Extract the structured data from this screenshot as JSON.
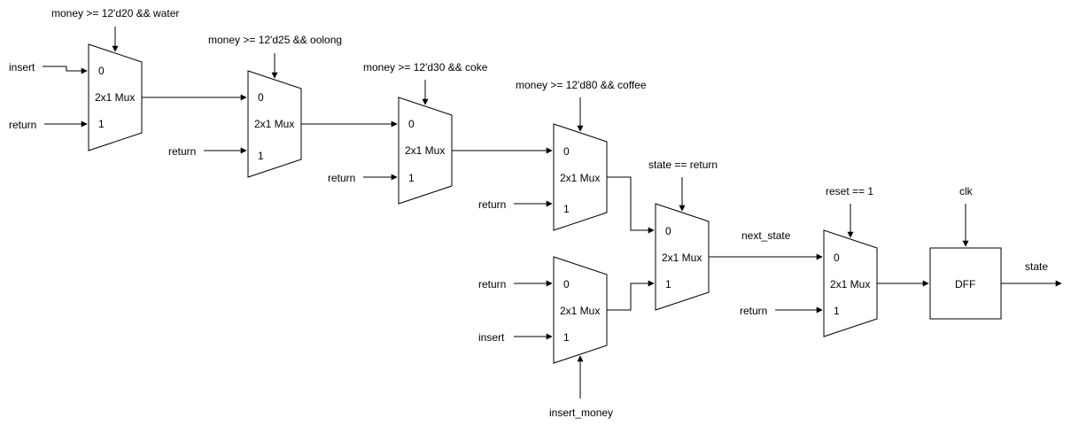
{
  "muxes": [
    {
      "id": "mux1",
      "port0": "0",
      "body": "2x1 Mux",
      "port1": "1",
      "sel": "money >= 12'd20 && water",
      "in0": "insert",
      "in1": "return"
    },
    {
      "id": "mux2",
      "port0": "0",
      "body": "2x1 Mux",
      "port1": "1",
      "sel": "money >= 12'd25 && oolong",
      "in1": "return"
    },
    {
      "id": "mux3",
      "port0": "0",
      "body": "2x1 Mux",
      "port1": "1",
      "sel": "money >= 12'd30 && coke",
      "in1": "return"
    },
    {
      "id": "mux4",
      "port0": "0",
      "body": "2x1 Mux",
      "port1": "1",
      "sel": "money >= 12'd80 && coffee",
      "in1": "return"
    },
    {
      "id": "mux5",
      "port0": "0",
      "body": "2x1 Mux",
      "port1": "1",
      "sel": "insert_money",
      "in0": "return",
      "in1": "insert"
    },
    {
      "id": "mux6",
      "port0": "0",
      "body": "2x1 Mux",
      "port1": "1",
      "sel": "state == return"
    },
    {
      "id": "mux7",
      "port0": "0",
      "body": "2x1 Mux",
      "port1": "1",
      "sel": "reset == 1",
      "in1": "return"
    }
  ],
  "next_state_label": "next_state",
  "dff": {
    "label": "DFF",
    "clk": "clk",
    "out": "state"
  }
}
